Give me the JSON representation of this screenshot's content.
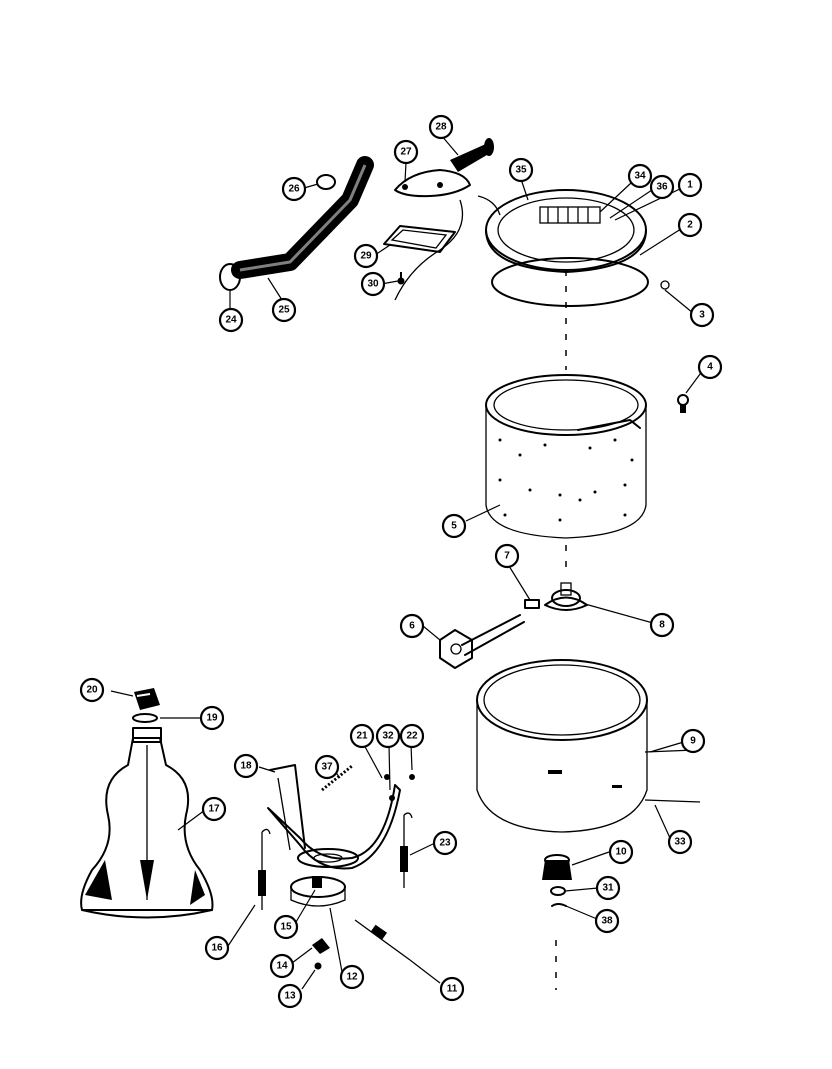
{
  "header": {
    "left_text": "",
    "right_text": ""
  },
  "callouts": [
    {
      "label": "1",
      "part": "tub-ring-top"
    },
    {
      "label": "2",
      "part": "tub-cover"
    },
    {
      "label": "3",
      "part": "tub-cover-clip"
    },
    {
      "label": "4",
      "part": "basket-screw"
    },
    {
      "label": "5",
      "part": "spin-basket"
    },
    {
      "label": "6",
      "part": "hub-nut"
    },
    {
      "label": "7",
      "part": "key"
    },
    {
      "label": "8",
      "part": "hub"
    },
    {
      "label": "9",
      "part": "outer-tub"
    },
    {
      "label": "10",
      "part": "tub-seal"
    },
    {
      "label": "11",
      "part": "tub-spring"
    },
    {
      "label": "12",
      "part": "snubber-ring"
    },
    {
      "label": "13",
      "part": "screw"
    },
    {
      "label": "14",
      "part": "clip"
    },
    {
      "label": "15",
      "part": "snubber-pad"
    },
    {
      "label": "16",
      "part": "spring"
    },
    {
      "label": "17",
      "part": "agitator"
    },
    {
      "label": "18",
      "part": "tub-support"
    },
    {
      "label": "19",
      "part": "agitator-seal"
    },
    {
      "label": "20",
      "part": "agitator-cap"
    },
    {
      "label": "21",
      "part": "nut"
    },
    {
      "label": "22",
      "part": "washer"
    },
    {
      "label": "23",
      "part": "spring"
    },
    {
      "label": "24",
      "part": "hose-clamp"
    },
    {
      "label": "25",
      "part": "drain-hose"
    },
    {
      "label": "26",
      "part": "hose-clamp"
    },
    {
      "label": "27",
      "part": "hose-bracket"
    },
    {
      "label": "28",
      "part": "fill-nozzle"
    },
    {
      "label": "29",
      "part": "bracket"
    },
    {
      "label": "30",
      "part": "screw"
    },
    {
      "label": "31",
      "part": "washer"
    },
    {
      "label": "32",
      "part": "bolt"
    },
    {
      "label": "33",
      "part": "label"
    },
    {
      "label": "34",
      "part": "lint-filter"
    },
    {
      "label": "35",
      "part": "tub-ring"
    },
    {
      "label": "36",
      "part": "filter-retainer"
    },
    {
      "label": "37",
      "part": "spring"
    },
    {
      "label": "38",
      "part": "retaining-ring"
    }
  ]
}
